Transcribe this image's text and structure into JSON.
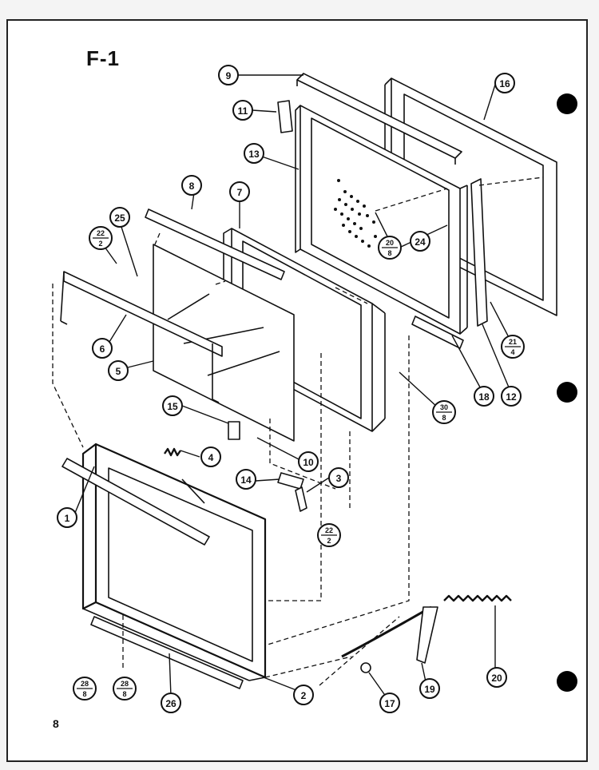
{
  "figure_label": "F-1",
  "page_number": "8",
  "colors": {
    "ink": "#111111",
    "paper": "#ffffff"
  },
  "callouts": [
    {
      "id": "c1",
      "num": "1"
    },
    {
      "id": "c2",
      "num": "2"
    },
    {
      "id": "c3",
      "num": "3"
    },
    {
      "id": "c4",
      "num": "4"
    },
    {
      "id": "c5",
      "num": "5"
    },
    {
      "id": "c6",
      "num": "6"
    },
    {
      "id": "c7",
      "num": "7"
    },
    {
      "id": "c8",
      "num": "8"
    },
    {
      "id": "c9",
      "num": "9"
    },
    {
      "id": "c10",
      "num": "10"
    },
    {
      "id": "c11",
      "num": "11"
    },
    {
      "id": "c12",
      "num": "12"
    },
    {
      "id": "c13",
      "num": "13"
    },
    {
      "id": "c14",
      "num": "14"
    },
    {
      "id": "c15",
      "num": "15"
    },
    {
      "id": "c16",
      "num": "16"
    },
    {
      "id": "c17",
      "num": "17"
    },
    {
      "id": "c18a",
      "num": "18"
    },
    {
      "id": "c18b",
      "num": "18"
    },
    {
      "id": "c19",
      "num": "19"
    },
    {
      "id": "c20",
      "num": "20"
    },
    {
      "id": "c24",
      "num": "24"
    },
    {
      "id": "c25",
      "num": "25"
    },
    {
      "id": "c26",
      "num": "26"
    }
  ],
  "fractions": [
    {
      "id": "f22a",
      "top": "22",
      "bottom": "2"
    },
    {
      "id": "f20",
      "top": "20",
      "bottom": "8"
    },
    {
      "id": "f21",
      "top": "21",
      "bottom": "4"
    },
    {
      "id": "f30",
      "top": "30",
      "bottom": "8"
    },
    {
      "id": "f22b",
      "top": "22",
      "bottom": "2"
    },
    {
      "id": "f28a",
      "top": "28",
      "bottom": "8"
    },
    {
      "id": "f28b",
      "top": "28",
      "bottom": "8"
    }
  ]
}
